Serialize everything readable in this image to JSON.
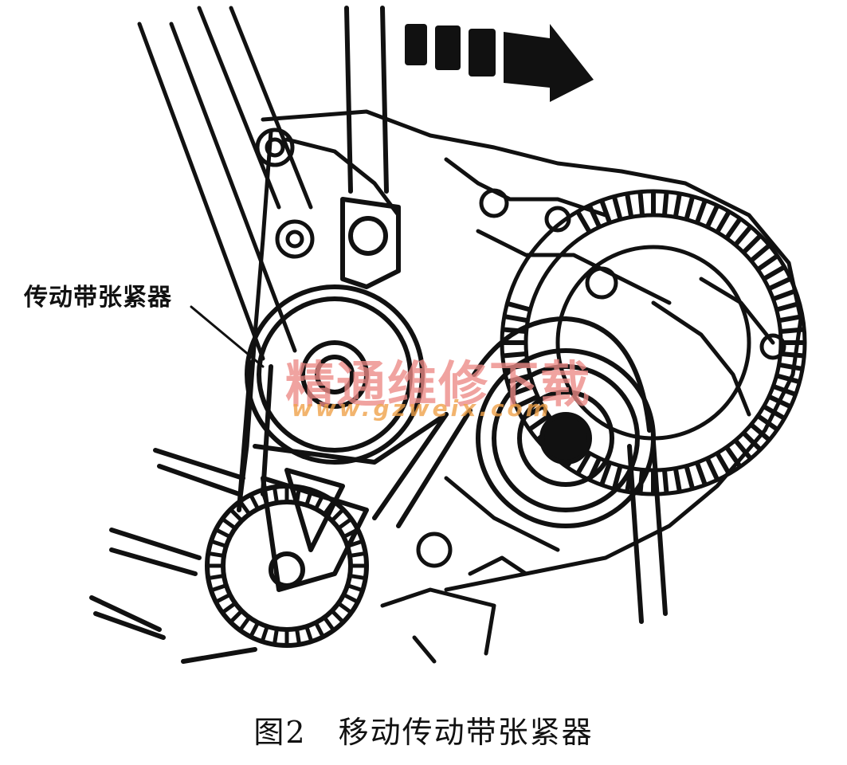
{
  "diagram": {
    "callout_label": "传动带张紧器",
    "figure_number": "图2",
    "figure_title": "移动传动带张紧器",
    "watermark_text": "精通维修下载",
    "watermark_url": "www.gzweix.com"
  },
  "colors": {
    "ink": "#111111",
    "watermark_red": "#ec8a86",
    "watermark_orange": "#f0a24a"
  }
}
